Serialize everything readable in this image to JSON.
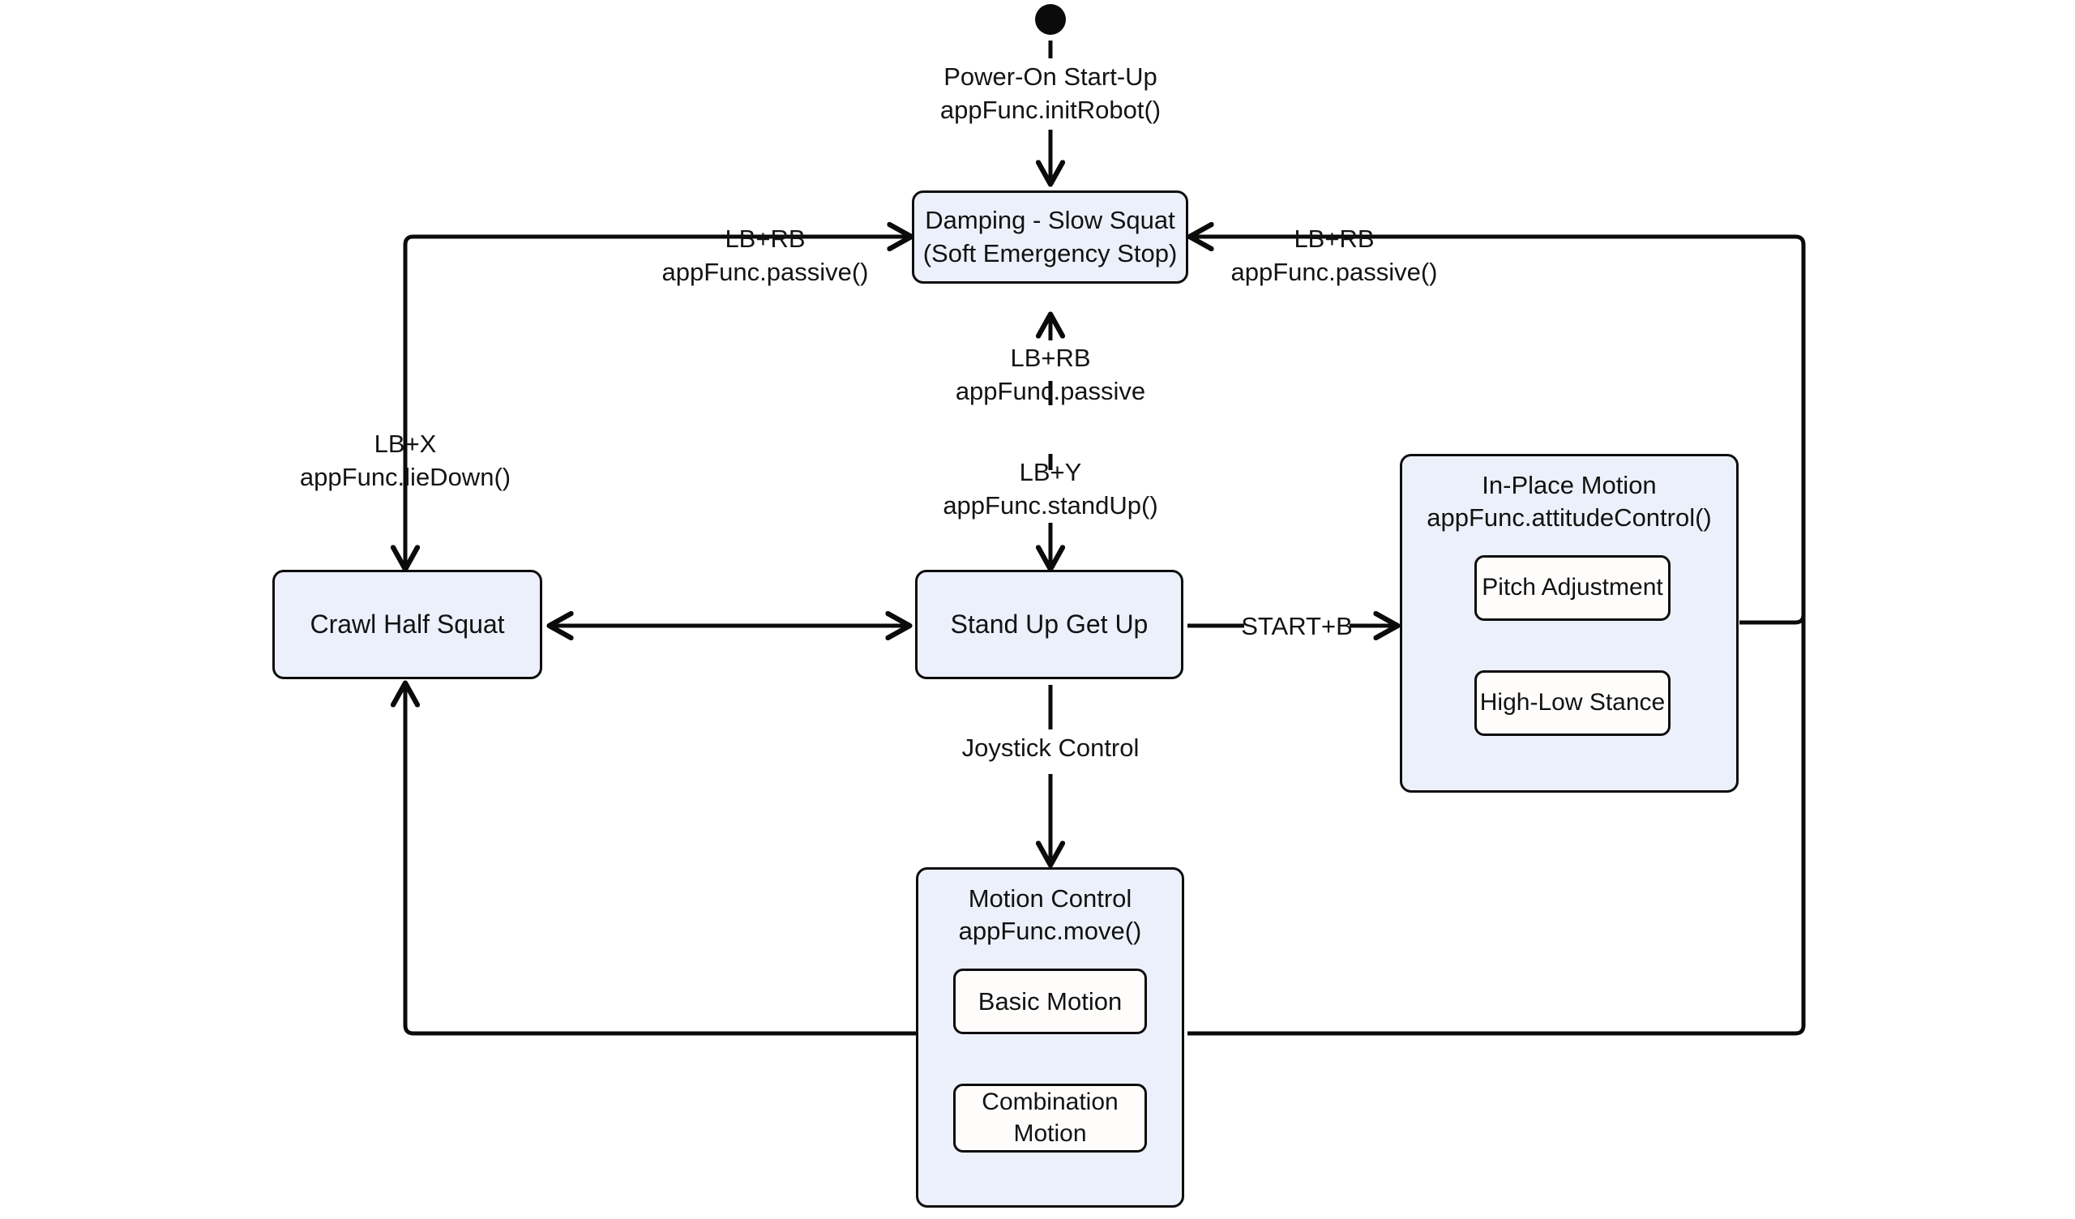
{
  "diagram": {
    "title": "Robot Control State Machine",
    "type": "state-diagram",
    "background": "#ffffff",
    "node_fill": "#ecf0fb",
    "subnode_fill": "#ffffff",
    "stroke": "#0d0d0d"
  },
  "start": {
    "marker": "filled-circle",
    "label_line1": "Power-On Start-Up",
    "label_line2": "appFunc.initRobot()"
  },
  "nodes": {
    "damping": {
      "line1": "Damping - Slow Squat",
      "line2": "(Soft Emergency Stop)"
    },
    "crawl": {
      "line1": "Crawl Half Squat"
    },
    "standup": {
      "line1": "Stand Up Get Up"
    },
    "inplace": {
      "title_line1": "In-Place Motion",
      "title_line2": "appFunc.attitudeControl()",
      "children": [
        {
          "line1": "Pitch Adjustment"
        },
        {
          "line1": "High-Low Stance"
        }
      ]
    },
    "motion": {
      "title_line1": "Motion Control",
      "title_line2": "appFunc.move()",
      "children": [
        {
          "line1": "Basic Motion"
        },
        {
          "line1": "Combination",
          "line2": "Motion"
        }
      ]
    }
  },
  "edges": {
    "crawl_to_damping": {
      "line1": "LB+RB",
      "line2": "appFunc.passive()"
    },
    "right_to_damping": {
      "line1": "LB+RB",
      "line2": "appFunc.passive()"
    },
    "standup_to_damping": {
      "line1": "LB+RB",
      "line2": "appFunc.passive"
    },
    "damping_to_standup": {
      "line1": "LB+Y",
      "line2": "appFunc.standUp()"
    },
    "damping_to_crawl": {
      "line1": "LB+X",
      "line2": "appFunc.lieDown()"
    },
    "standup_to_inplace": {
      "line1": "START+B"
    },
    "standup_to_motion": {
      "line1": "Joystick Control"
    }
  }
}
